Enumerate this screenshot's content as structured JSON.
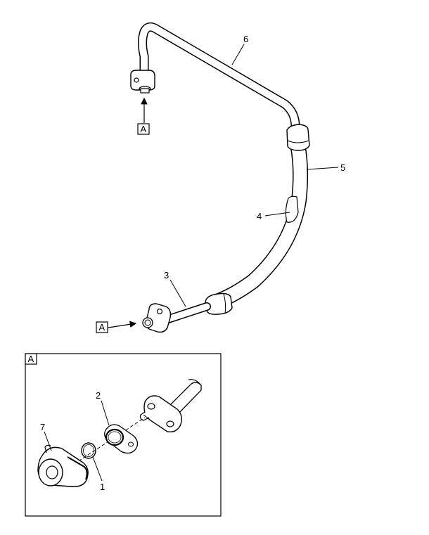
{
  "diagram": {
    "view_reference": "A",
    "callouts": {
      "item1": "1",
      "item2": "2",
      "item3": "3",
      "item4": "4",
      "item5": "5",
      "item6": "6",
      "item7": "7"
    }
  }
}
